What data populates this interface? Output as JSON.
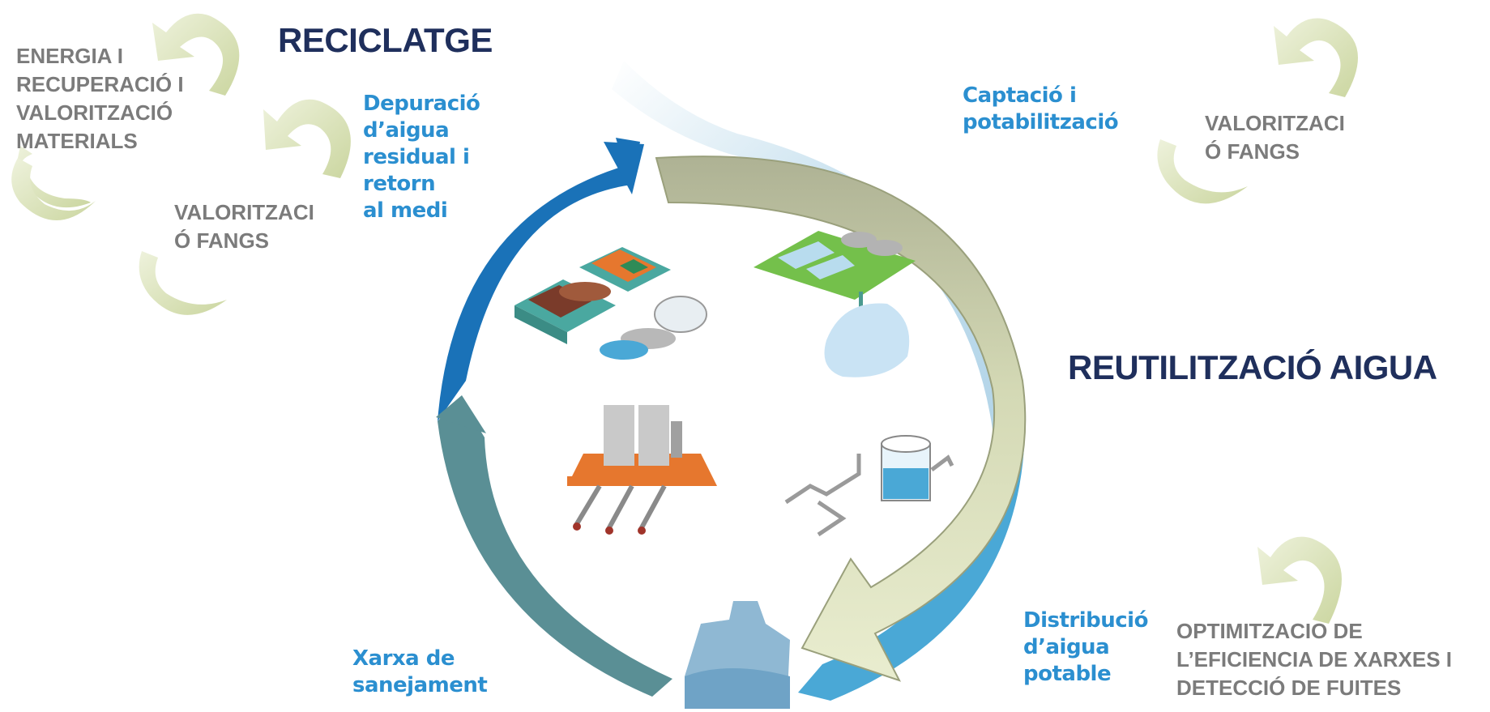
{
  "headings": {
    "reciclatge": "RECICLATGE",
    "reutilitzacio": "REUTILITZACIÓ AIGUA"
  },
  "gray_labels": {
    "energia": "ENERGIA I\nRECUPERACIÓ I\nVALORITZACIÓ\nMATERIALS",
    "valoritzacio_left": "VALORITZACI\nÓ FANGS",
    "valoritzacio_right": "VALORITZACI\nÓ FANGS",
    "optimitzacio": "OPTIMITZACIO DE\nL’EFICIENCIA DE XARXES I\nDETECCIÓ DE FUITES"
  },
  "cycle_stages": {
    "depuracio": "Depuració\nd’aigua\nresidual i\nretorn\nal medi",
    "captacio": "Captació i\npotabilització",
    "distribucio": "Distribució\nd’aigua\npotable",
    "xarxa": "Xarxa de\nsanejament"
  },
  "colors": {
    "heading": "#1f2f5c",
    "gray_text": "#7b7b7b",
    "stage_text": "#2b8fd0",
    "arc_dark_blue": "#1a72b8",
    "arc_teal": "#5a8f95",
    "arc_light_blue": "#4aa8d6",
    "arc_pale_blue": "#c6e0ee",
    "big_arrow_olive": "#b9bd9f",
    "big_arrow_cream": "#e3e8c6",
    "small_arrow": "#d8e2b5",
    "orange": "#e6772e",
    "green": "#74c04b"
  }
}
